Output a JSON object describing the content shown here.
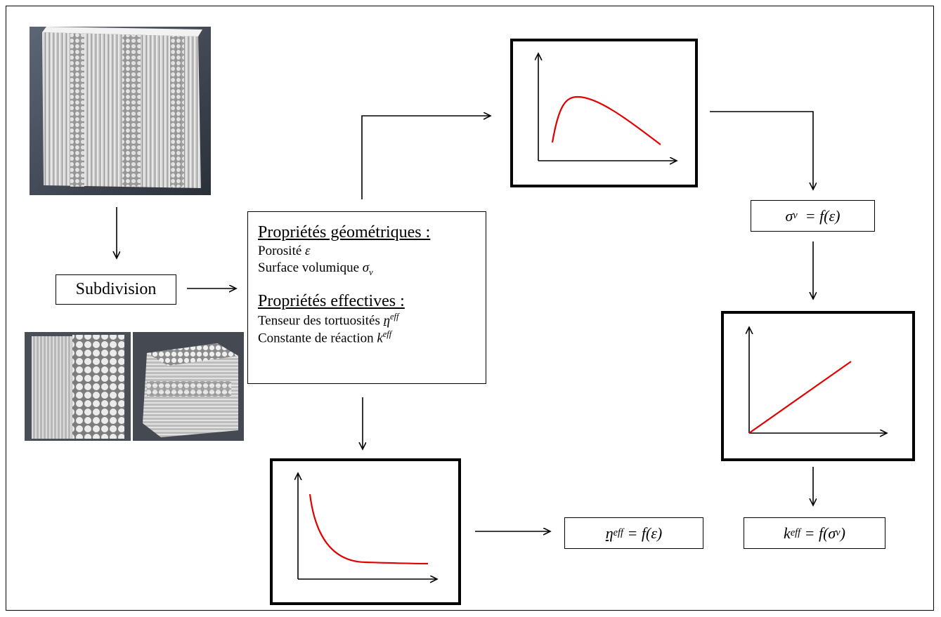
{
  "subdivision": {
    "label": "Subdivision"
  },
  "properties": {
    "geometric_header": "Propriétés géométriques :",
    "porosity_label": "Porosité",
    "porosity_symbol": "ε",
    "surface_label": "Surface volumique",
    "surface_symbol": "σ",
    "surface_subscript": "v",
    "effective_header": "Propriétés effectives :",
    "tortuosity_label": "Tenseur des tortuosités",
    "tortuosity_symbol": "η",
    "tortuosity_superscript": "eff",
    "reaction_label": "Constante de réaction",
    "reaction_symbol": "k",
    "reaction_superscript": "eff"
  },
  "relations": {
    "sigma_lhs": "σ",
    "sigma_sub": "v",
    "sigma_rhs": "= f(ε)",
    "eta_lhs": "η",
    "eta_sup": "eff",
    "eta_rhs": "= f(ε)",
    "k_lhs": "k",
    "k_sup": "eff",
    "k_rhs": "= f(σ",
    "k_sub": "v",
    "k_close": ")"
  },
  "colors": {
    "curve": "#e00000",
    "stroke": "#000000"
  }
}
